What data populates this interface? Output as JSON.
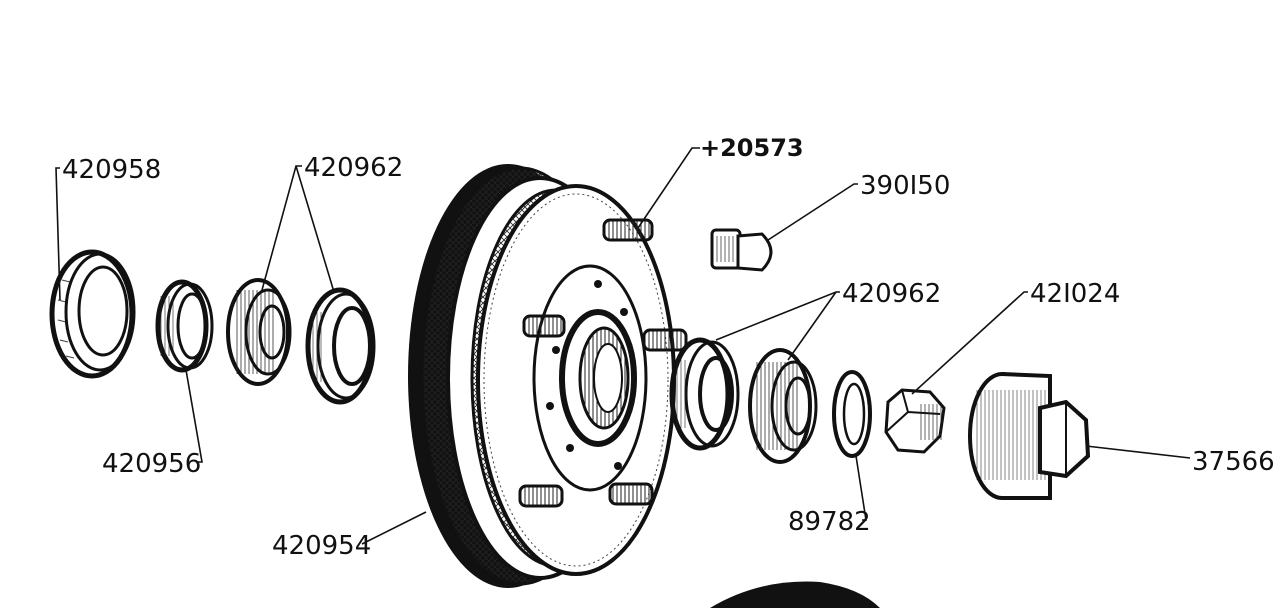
{
  "diagram": {
    "labels": [
      {
        "id": "420958",
        "text": "420958"
      },
      {
        "id": "420962-left",
        "text": "420962"
      },
      {
        "id": "420573",
        "text": "+20573"
      },
      {
        "id": "390150",
        "text": "390I50"
      },
      {
        "id": "420962-right",
        "text": "420962"
      },
      {
        "id": "421024",
        "text": "42I024"
      },
      {
        "id": "420956",
        "text": "420956"
      },
      {
        "id": "37566",
        "text": "37566"
      },
      {
        "id": "89782",
        "text": "89782"
      },
      {
        "id": "420954",
        "text": "420954"
      }
    ]
  }
}
